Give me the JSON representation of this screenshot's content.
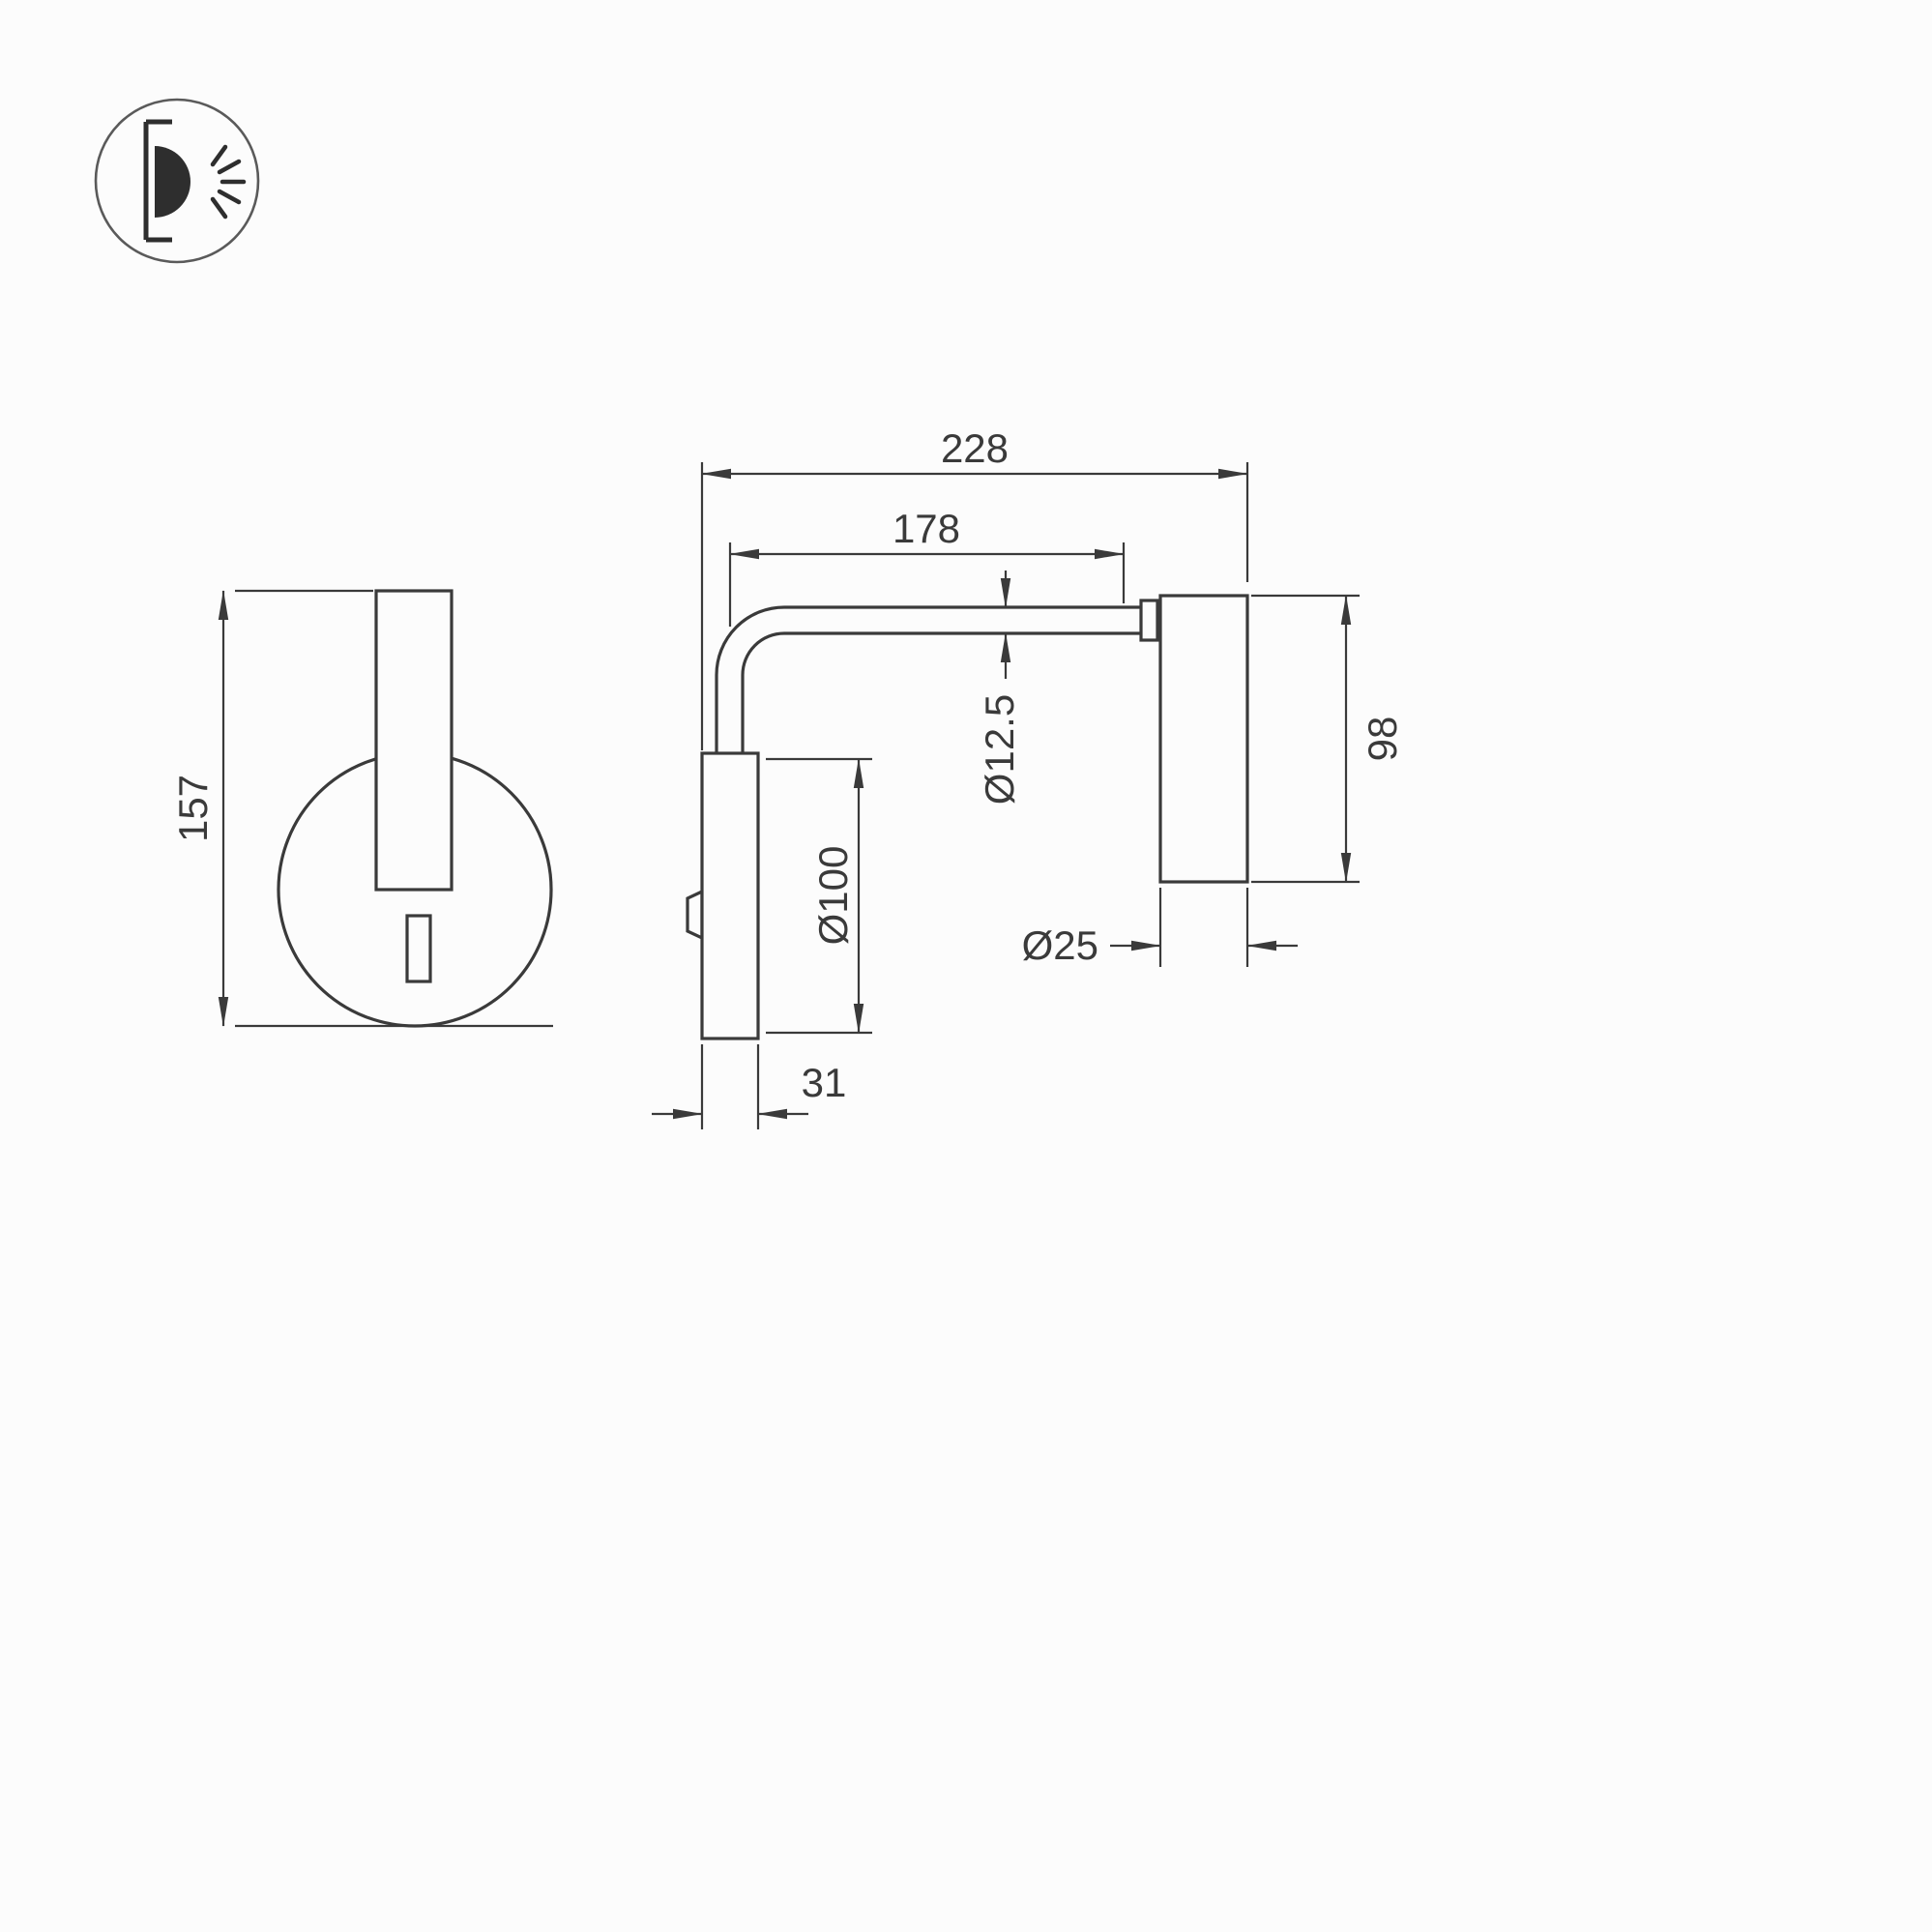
{
  "colors": {
    "line": "#3a3a3a",
    "background": "#fcfcfc"
  },
  "logo": {
    "icon": "wall-lamp-light-icon"
  },
  "dimensions": {
    "front_height": "157",
    "total_depth": "228",
    "arm_length": "178",
    "tube_diameter": "Ø12.5",
    "base_diameter": "Ø100",
    "head_length": "98",
    "head_diameter": "Ø25",
    "base_depth": "31"
  }
}
